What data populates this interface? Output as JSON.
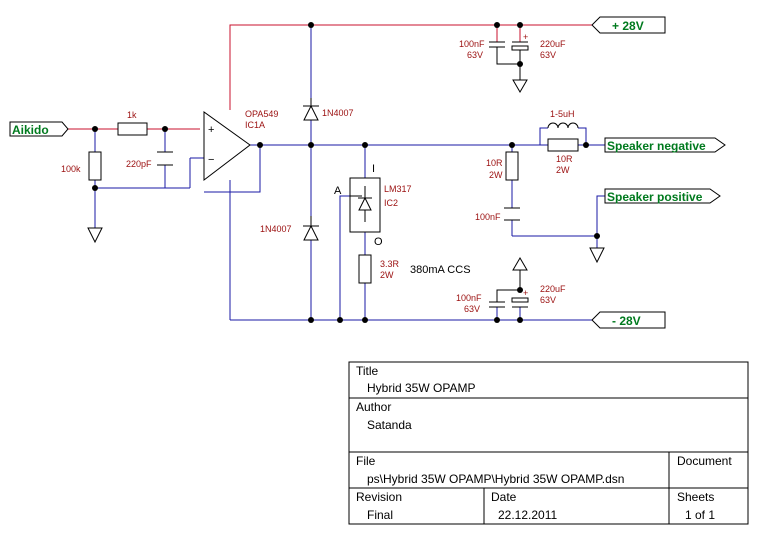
{
  "nets": {
    "input": "Aikido",
    "pos_rail": "+ 28V",
    "neg_rail": "- 28V",
    "spk_neg": "Speaker negative",
    "spk_pos": "Speaker positive"
  },
  "components": {
    "r_in": "1k",
    "r_shunt": "100k",
    "c_in": "220pF",
    "opamp_part": "OPA549",
    "opamp_ref": "IC1A",
    "d_top": "1N4007",
    "d_bot": "1N4007",
    "c_top_small": "100nF",
    "c_top_small_v": "63V",
    "c_top_big": "220uF",
    "c_top_big_v": "63V",
    "c_bot_small": "100nF",
    "c_bot_small_v": "63V",
    "c_bot_big": "220uF",
    "c_bot_big_v": "63V",
    "ldo_part": "LM317",
    "ldo_ref": "IC2",
    "ldo_pin_i": "I",
    "ldo_pin_a": "A",
    "ldo_pin_o": "O",
    "r_ccs": "3.3R",
    "r_ccs_w": "2W",
    "ccs_note": "380mA CCS",
    "zob_r": "10R",
    "zob_r_w": "2W",
    "zob_c": "100nF",
    "l_out": "1-5uH",
    "r_out": "10R",
    "r_out_w": "2W",
    "opamp_plus": "+",
    "opamp_minus": "−"
  },
  "title_block": {
    "title_label": "Title",
    "title_value": "Hybrid  35W OPAMP",
    "author_label": "Author",
    "author_value": "Satanda",
    "file_label": "File",
    "file_value": "ps\\Hybrid 35W OPAMP\\Hybrid 35W OPAMP.dsn",
    "document_label": "Document",
    "revision_label": "Revision",
    "revision_value": "Final",
    "date_label": "Date",
    "date_value": "22.12.2011",
    "sheets_label": "Sheets",
    "sheets_value": "1 of 1"
  }
}
